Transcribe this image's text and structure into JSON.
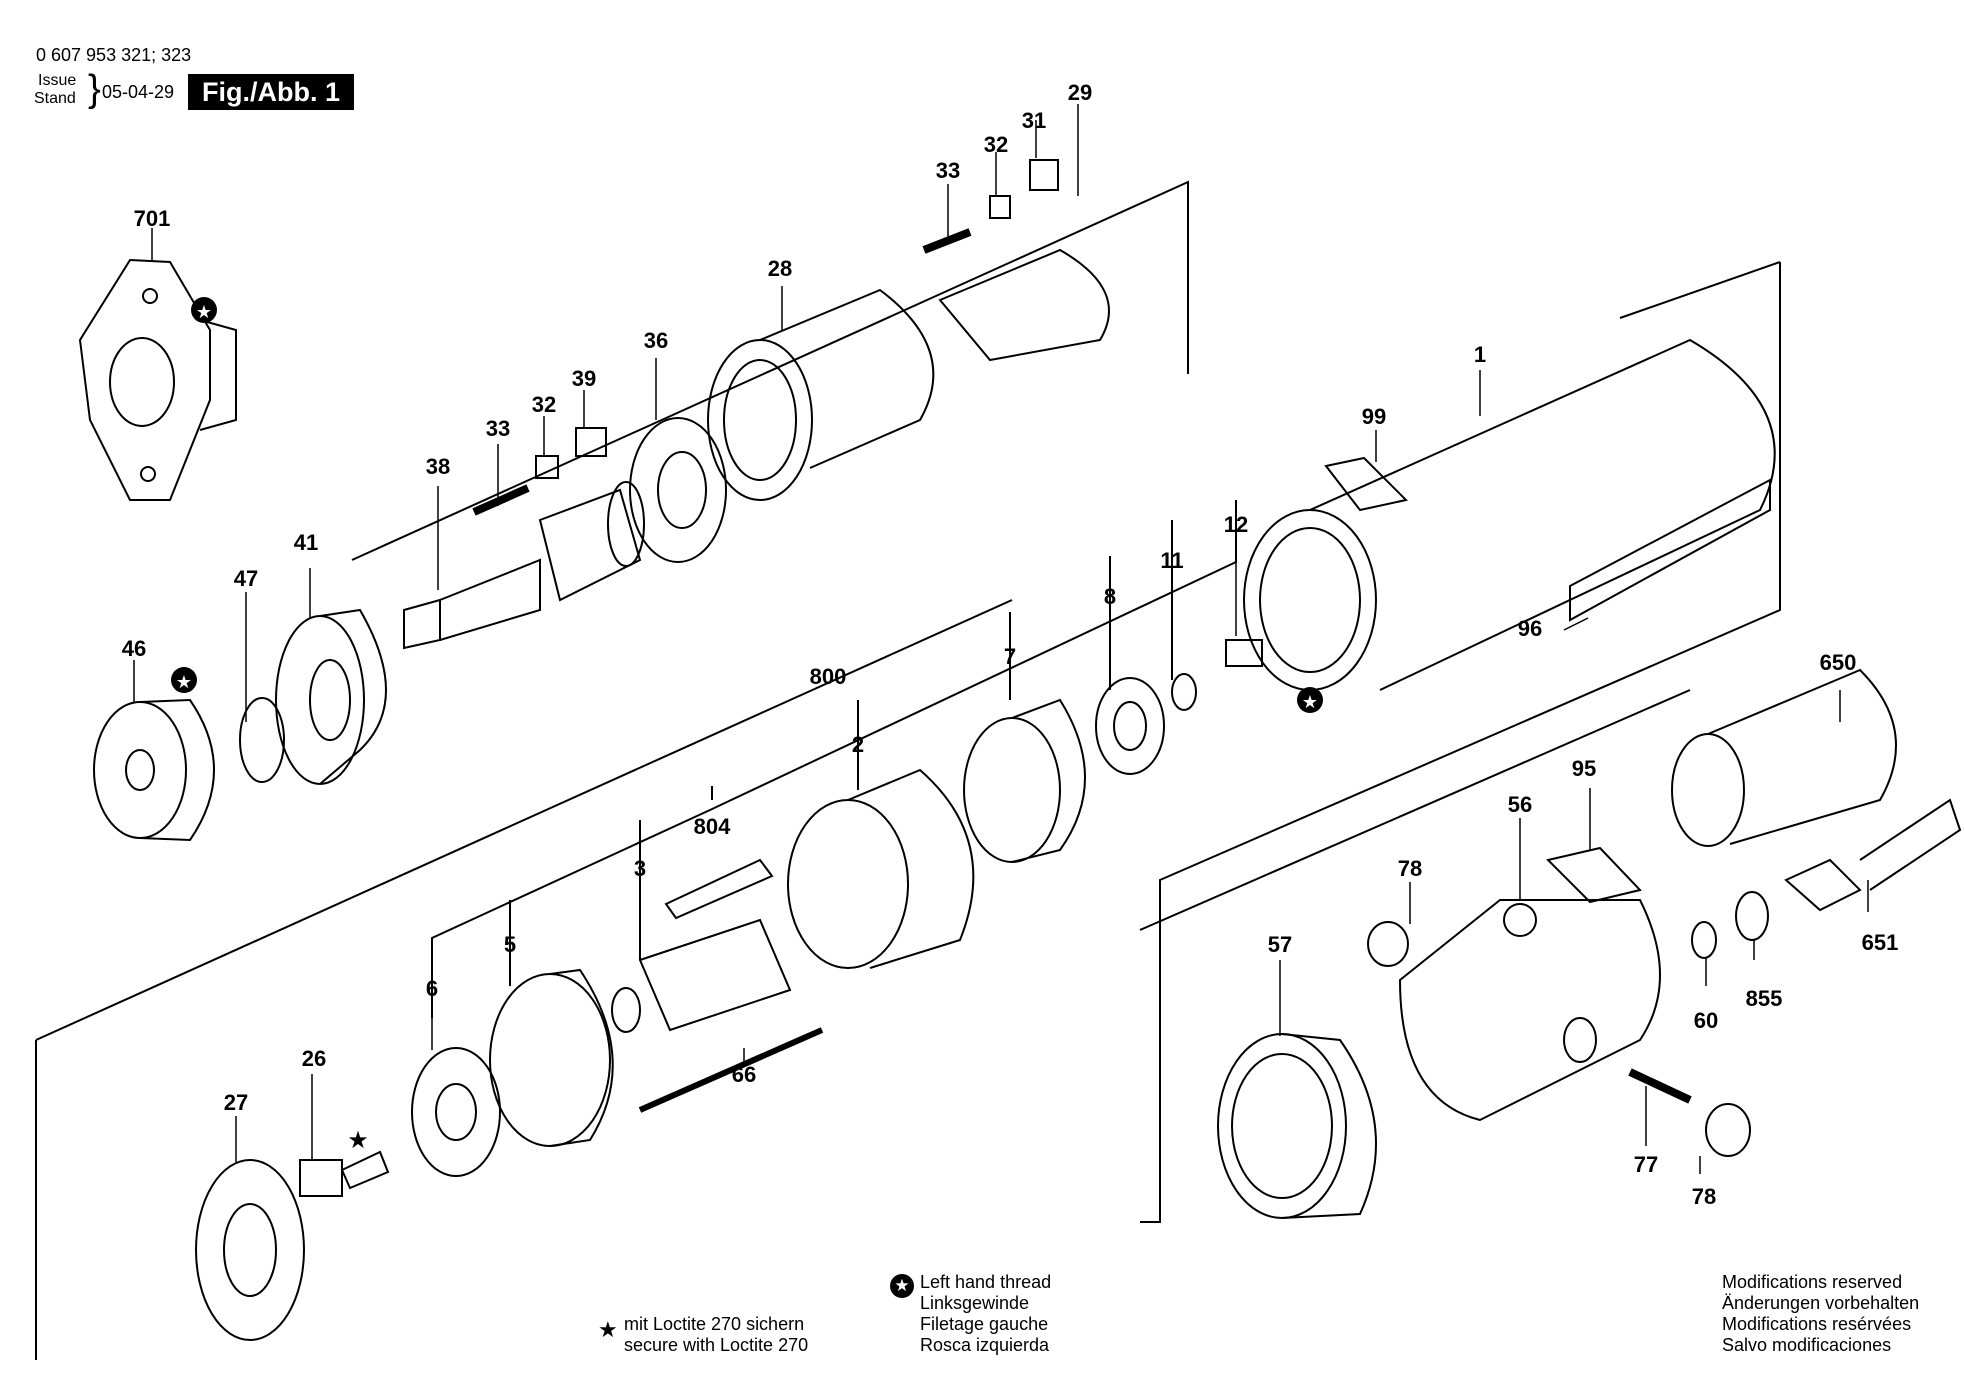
{
  "header": {
    "part_numbers": "0 607 953 321; 323",
    "issue_label": "Issue",
    "stand_label": "Stand",
    "date": "05-04-29",
    "figure": "Fig./Abb. 1"
  },
  "parts": [
    {
      "id": "701",
      "label": "701"
    },
    {
      "id": "46",
      "label": "46"
    },
    {
      "id": "47",
      "label": "47"
    },
    {
      "id": "41",
      "label": "41"
    },
    {
      "id": "38",
      "label": "38"
    },
    {
      "id": "33a",
      "label": "33"
    },
    {
      "id": "32a",
      "label": "32"
    },
    {
      "id": "39",
      "label": "39"
    },
    {
      "id": "36",
      "label": "36"
    },
    {
      "id": "28",
      "label": "28"
    },
    {
      "id": "33b",
      "label": "33"
    },
    {
      "id": "32b",
      "label": "32"
    },
    {
      "id": "31",
      "label": "31"
    },
    {
      "id": "29",
      "label": "29"
    },
    {
      "id": "1",
      "label": "1"
    },
    {
      "id": "99",
      "label": "99"
    },
    {
      "id": "12",
      "label": "12"
    },
    {
      "id": "11",
      "label": "11"
    },
    {
      "id": "8",
      "label": "8"
    },
    {
      "id": "7",
      "label": "7"
    },
    {
      "id": "800",
      "label": "800"
    },
    {
      "id": "2",
      "label": "2"
    },
    {
      "id": "804",
      "label": "804"
    },
    {
      "id": "3",
      "label": "3"
    },
    {
      "id": "5",
      "label": "5"
    },
    {
      "id": "6",
      "label": "6"
    },
    {
      "id": "26",
      "label": "26"
    },
    {
      "id": "27",
      "label": "27"
    },
    {
      "id": "66",
      "label": "66"
    },
    {
      "id": "96",
      "label": "96"
    },
    {
      "id": "650",
      "label": "650"
    },
    {
      "id": "95",
      "label": "95"
    },
    {
      "id": "56",
      "label": "56"
    },
    {
      "id": "78a",
      "label": "78"
    },
    {
      "id": "57",
      "label": "57"
    },
    {
      "id": "60",
      "label": "60"
    },
    {
      "id": "855",
      "label": "855"
    },
    {
      "id": "651",
      "label": "651"
    },
    {
      "id": "77",
      "label": "77"
    },
    {
      "id": "78b",
      "label": "78"
    }
  ],
  "legend": {
    "loctite_de": "mit Loctite 270 sichern",
    "loctite_en": "secure with Loctite 270",
    "thread_de": "Left hand thread",
    "thread_en": "Linksgewinde",
    "thread_fr": "Filetage gauche",
    "thread_es": "Rosca izquierda",
    "mod_en": "Modifications reserved",
    "mod_de": "Änderungen vorbehalten",
    "mod_fr": "Modifications resérvées",
    "mod_es": "Salvo modificaciones"
  }
}
